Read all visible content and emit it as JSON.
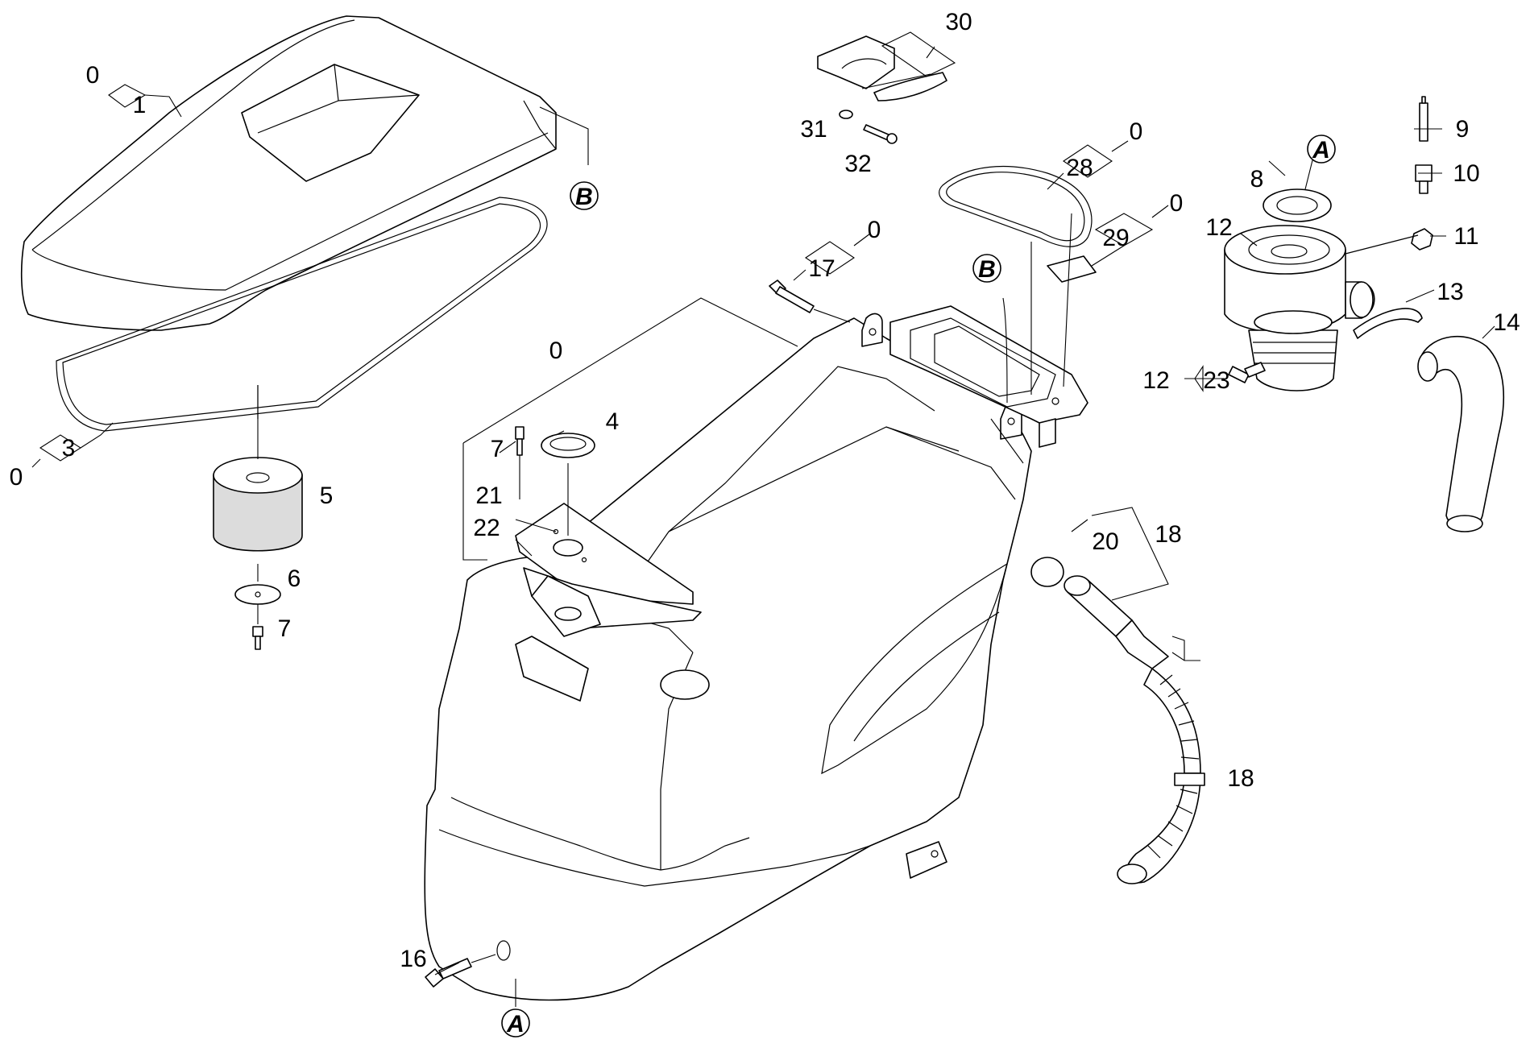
{
  "callouts": {
    "c0a": "0",
    "c1": "1",
    "c0b": "0",
    "c3": "3",
    "c5": "5",
    "c6": "6",
    "c7a": "7",
    "c30": "30",
    "c31": "31",
    "c32": "32",
    "c0c": "0",
    "c28": "28",
    "c0d": "0",
    "c29": "29",
    "c0e": "0",
    "c17": "17",
    "c0f": "0",
    "c4": "4",
    "c7b": "7",
    "c21": "21",
    "c22": "22",
    "c9": "9",
    "c10": "10",
    "c8": "8",
    "c11": "11",
    "c12a": "12",
    "c13": "13",
    "c14": "14",
    "c12b": "12",
    "c23": "23",
    "c20": "20",
    "c18a": "18",
    "c18b": "18",
    "c16": "16"
  },
  "reference_marks": {
    "b_cover": "B",
    "b_tank": "B",
    "a_motor": "A",
    "a_bottom": "A"
  }
}
